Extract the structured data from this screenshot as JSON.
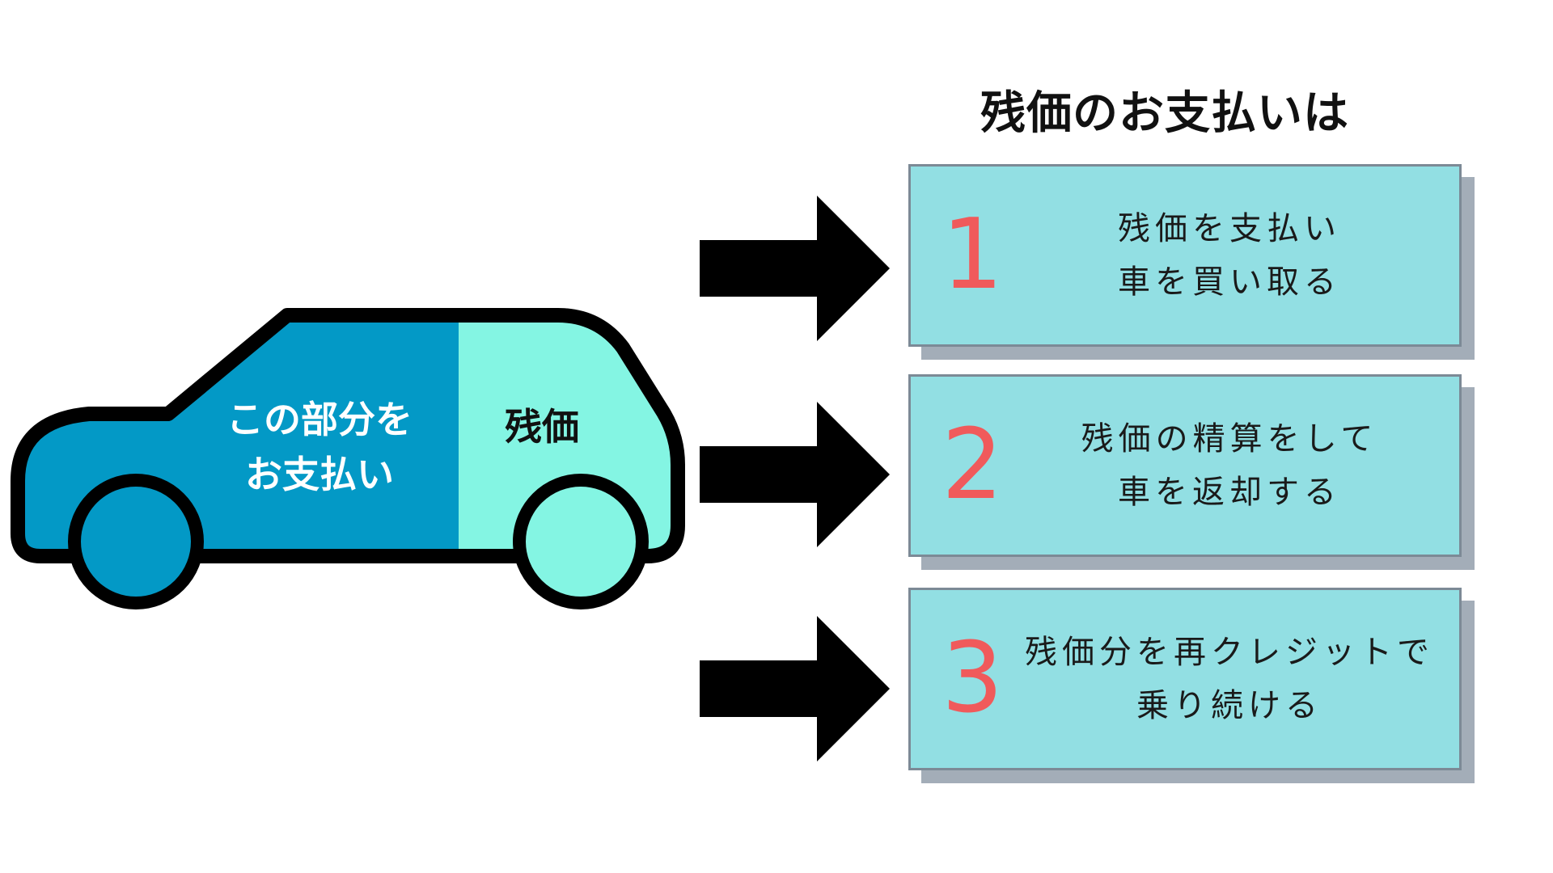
{
  "title": "残価のお支払いは",
  "car": {
    "label_lines": [
      "この部分を",
      "お支払い"
    ],
    "residual_label": "残価",
    "colors": {
      "paid_part": "#0399c6",
      "residual_part": "#84f5e3",
      "outline": "#000000"
    }
  },
  "options": [
    {
      "number": "1",
      "lines": [
        "残価を支払い",
        "車を買い取る"
      ]
    },
    {
      "number": "2",
      "lines": [
        "残価の精算をして",
        "車を返却する"
      ]
    },
    {
      "number": "3",
      "lines": [
        "残価分を再クレジットで",
        "乗り続ける"
      ]
    }
  ],
  "colors": {
    "card_fill": "#92dfe3",
    "card_border": "#7c8a96",
    "card_shadow": "#a3adb8",
    "number_color": "#f05a5b",
    "arrow_color": "#000000"
  },
  "icons": [
    "car-icon",
    "right-arrow-icon"
  ]
}
